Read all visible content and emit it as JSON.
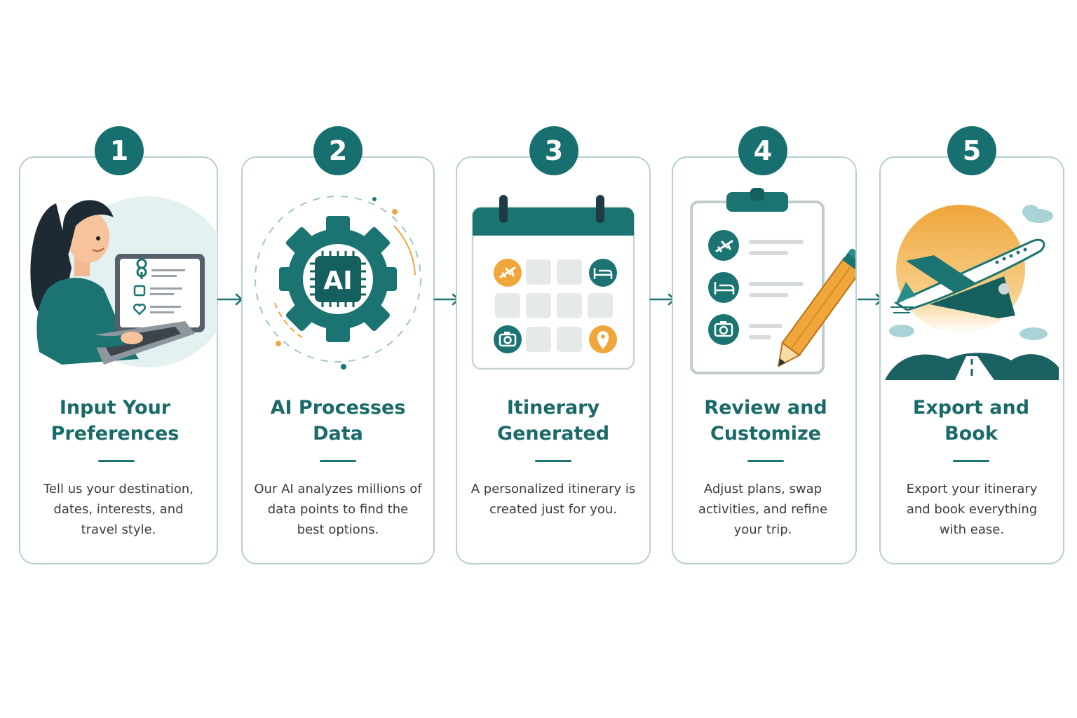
{
  "steps": [
    {
      "number": "1",
      "title": "Input Your\nPreferences",
      "description": "Tell us your destination, dates, interests, and travel style."
    },
    {
      "number": "2",
      "title": "AI Processes\nData",
      "description": "Our AI analyzes millions of data points to find the best options.",
      "chip_label": "AI"
    },
    {
      "number": "3",
      "title": "Itinerary\nGenerated",
      "description": "A personalized itinerary is created just for you."
    },
    {
      "number": "4",
      "title": "Review and\nCustomize",
      "description": "Adjust plans, swap activities, and refine your trip."
    },
    {
      "number": "5",
      "title": "Export and\nBook",
      "description": "Export your itinerary and book everything with ease."
    }
  ],
  "colors": {
    "teal": "#17706f",
    "teal_dark": "#15605f",
    "orange": "#f0a63a",
    "card_border": "#b7cfcf",
    "text": "#3b3b3b"
  },
  "icons": [
    "laptop-icon",
    "ai-gear-icon",
    "calendar-icon",
    "clipboard-icon",
    "airplane-icon",
    "arrow-right-icon"
  ]
}
